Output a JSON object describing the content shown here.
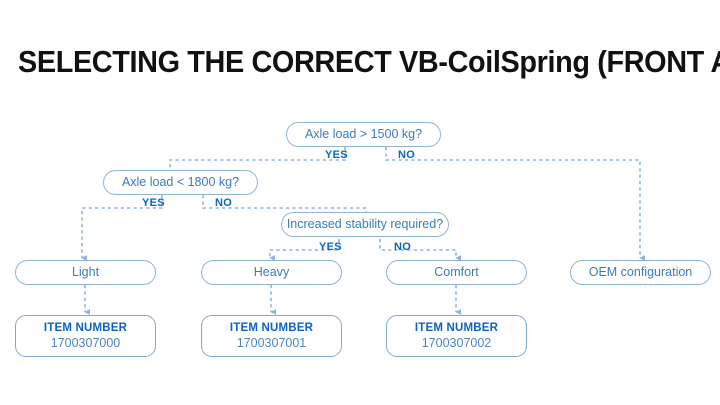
{
  "page": {
    "title": "SELECTING THE CORRECT VB-CoilSpring (FRONT AXLE)",
    "background": "#ffffff",
    "accent_blue": "#0B64C0",
    "line_blue": "#8FB4DC",
    "text_blue": "#3A7BC0"
  },
  "decisions": [
    {
      "id": "axle-load-1500",
      "question": "Axle load > 1500 kg?",
      "yes_label": "YES",
      "no_label": "NO"
    },
    {
      "id": "axle-load-1800",
      "question": "Axle load < 1800 kg?",
      "yes_label": "YES",
      "no_label": "NO"
    },
    {
      "id": "increased-stability",
      "question": "Increased stability required?",
      "yes_label": "YES",
      "no_label": "NO"
    }
  ],
  "results": [
    {
      "id": "light",
      "label": "Light"
    },
    {
      "id": "heavy",
      "label": "Heavy"
    },
    {
      "id": "comfort",
      "label": "Comfort"
    },
    {
      "id": "oem",
      "label": "OEM configuration"
    }
  ],
  "items": [
    {
      "id": "item-light",
      "title": "ITEM NUMBER",
      "value": "1700307000"
    },
    {
      "id": "item-heavy",
      "title": "ITEM NUMBER",
      "value": "1700307001"
    },
    {
      "id": "item-comfort",
      "title": "ITEM NUMBER",
      "value": "1700307002"
    }
  ]
}
